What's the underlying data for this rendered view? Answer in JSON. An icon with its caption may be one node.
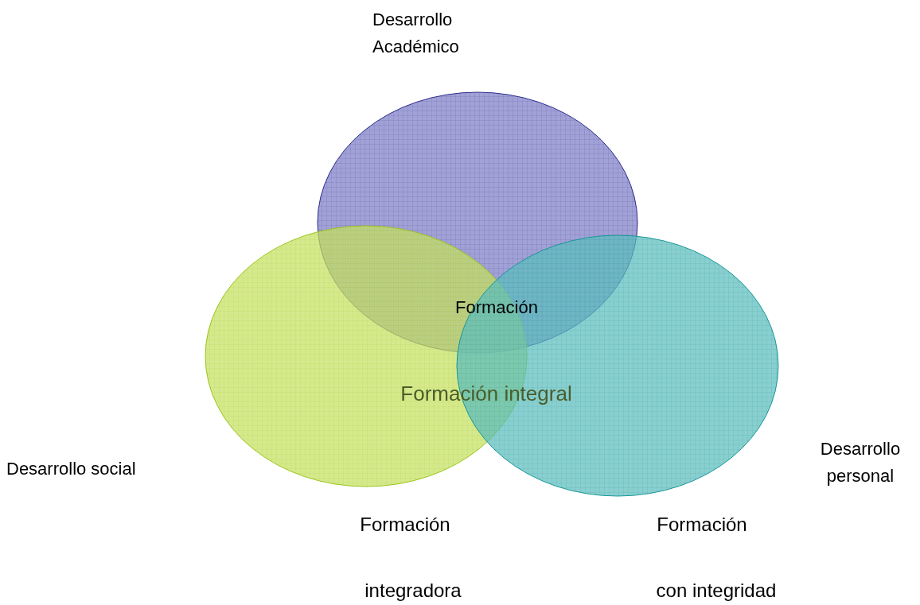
{
  "diagram": {
    "nodes": [
      {
        "text": [
          "Desarrollo Académico"
        ]
      },
      {
        "text": [
          "Desarrollo social"
        ]
      },
      {
        "text": [
          "Desarrollo personal"
        ]
      }
    ],
    "labels": [
      "Formación",
      "Formación integral",
      "Formación",
      "integradora",
      "Formación",
      "con integridad"
    ]
  }
}
